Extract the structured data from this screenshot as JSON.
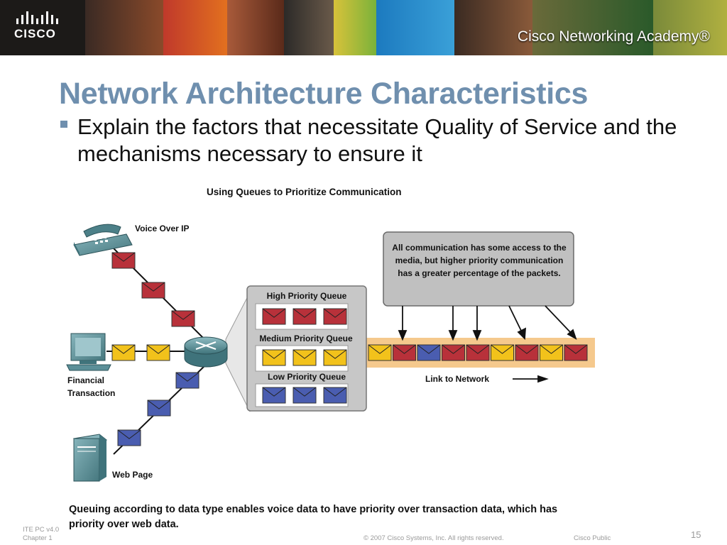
{
  "header": {
    "logo_text": "CISCO",
    "academy_label": "Cisco Networking Academy®"
  },
  "slide": {
    "title": "Network Architecture Characteristics",
    "bullet": "Explain the factors that necessitate Quality of Service and the mechanisms necessary to ensure it"
  },
  "diagram": {
    "title": "Using Queues to Prioritize Communication",
    "sources": {
      "voice": "Voice Over IP",
      "financial_line1": "Financial",
      "financial_line2": "Transaction",
      "web": "Web Page"
    },
    "queues": {
      "high": "High Priority Queue",
      "medium": "Medium Priority Queue",
      "low": "Low Priority Queue"
    },
    "callout_lines": [
      "All communication has some access to the",
      "media, but higher priority communication",
      "has a greater percentage of the packets."
    ],
    "link_label": "Link to Network",
    "link_sequence": [
      "yellow",
      "red",
      "blue",
      "red",
      "red",
      "yellow",
      "red",
      "yellow",
      "red"
    ],
    "colors": {
      "red": "#b8313a",
      "yellow": "#f2c21b",
      "blue": "#4a5db0",
      "queue_box": "#c7c7c7",
      "callout": "#c0c0c0",
      "link_band": "#f5c98d",
      "device": "#5b8f98"
    }
  },
  "caption": "Queuing according to data type enables voice data to have priority over transaction data, which has priority over web data.",
  "footer": {
    "course": "ITE PC v4.0",
    "chapter": "Chapter 1",
    "copyright": "© 2007 Cisco Systems, Inc. All rights reserved.",
    "classification": "Cisco Public",
    "page": "15"
  }
}
